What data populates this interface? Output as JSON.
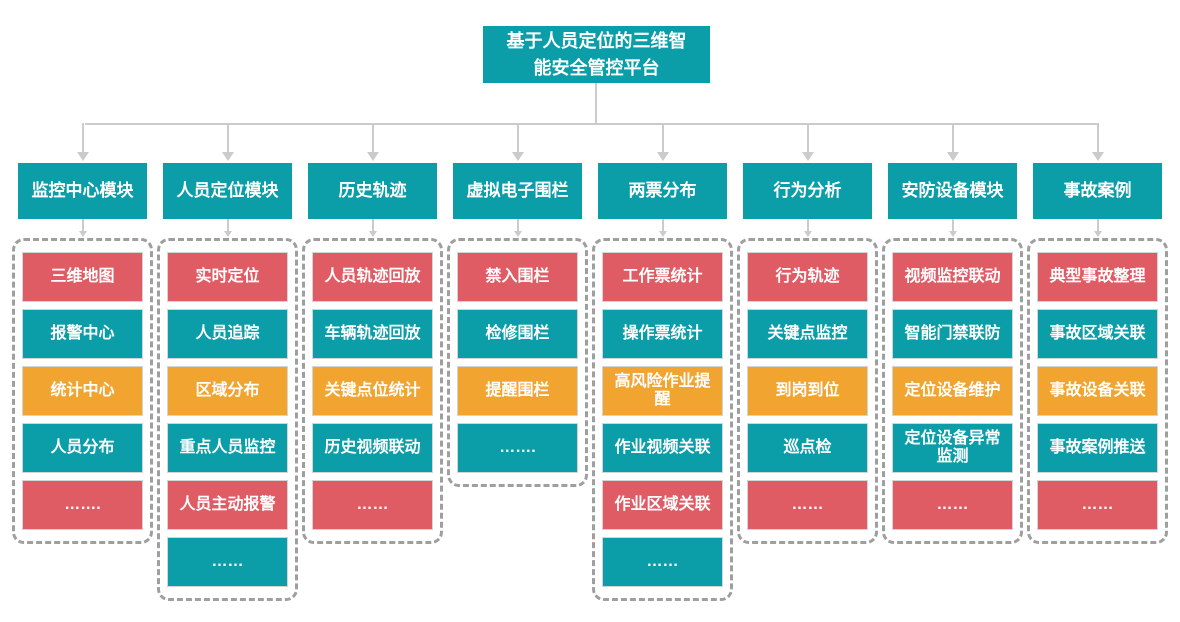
{
  "colors": {
    "teal": "#0B9DA8",
    "red": "#E05C64",
    "orange": "#F2A431",
    "connector": "#C9CBCC",
    "dash": "#9EA0A0"
  },
  "root": {
    "title": "基于人员定位的三维智\n能安全管控平台"
  },
  "modules": [
    {
      "title": "监控中心模块",
      "items": [
        {
          "label": "三维地图",
          "color": "red"
        },
        {
          "label": "报警中心",
          "color": "teal"
        },
        {
          "label": "统计中心",
          "color": "orange"
        },
        {
          "label": "人员分布",
          "color": "teal"
        },
        {
          "label": "…….",
          "color": "red"
        }
      ]
    },
    {
      "title": "人员定位模块",
      "items": [
        {
          "label": "实时定位",
          "color": "red"
        },
        {
          "label": "人员追踪",
          "color": "teal"
        },
        {
          "label": "区域分布",
          "color": "orange"
        },
        {
          "label": "重点人员监控",
          "color": "teal"
        },
        {
          "label": "人员主动报警",
          "color": "red"
        },
        {
          "label": "……",
          "color": "teal"
        }
      ]
    },
    {
      "title": "历史轨迹",
      "items": [
        {
          "label": "人员轨迹回放",
          "color": "red"
        },
        {
          "label": "车辆轨迹回放",
          "color": "teal"
        },
        {
          "label": "关键点位统计",
          "color": "orange"
        },
        {
          "label": "历史视频联动",
          "color": "teal"
        },
        {
          "label": "……",
          "color": "red"
        }
      ]
    },
    {
      "title": "虚拟电子围栏",
      "items": [
        {
          "label": "禁入围栏",
          "color": "red"
        },
        {
          "label": "检修围栏",
          "color": "teal"
        },
        {
          "label": "提醒围栏",
          "color": "orange"
        },
        {
          "label": "…….",
          "color": "teal"
        }
      ]
    },
    {
      "title": "两票分布",
      "items": [
        {
          "label": "工作票统计",
          "color": "red"
        },
        {
          "label": "操作票统计",
          "color": "teal"
        },
        {
          "label": "高风险作业提\n醒",
          "color": "orange"
        },
        {
          "label": "作业视频关联",
          "color": "teal"
        },
        {
          "label": "作业区域关联",
          "color": "red"
        },
        {
          "label": "……",
          "color": "teal"
        }
      ]
    },
    {
      "title": "行为分析",
      "items": [
        {
          "label": "行为轨迹",
          "color": "red"
        },
        {
          "label": "关键点监控",
          "color": "teal"
        },
        {
          "label": "到岗到位",
          "color": "orange"
        },
        {
          "label": "巡点检",
          "color": "teal"
        },
        {
          "label": "……",
          "color": "red"
        }
      ]
    },
    {
      "title": "安防设备模块",
      "items": [
        {
          "label": "视频监控联动",
          "color": "red"
        },
        {
          "label": "智能门禁联防",
          "color": "teal"
        },
        {
          "label": "定位设备维护",
          "color": "orange"
        },
        {
          "label": "定位设备异常\n监测",
          "color": "teal"
        },
        {
          "label": "……",
          "color": "red"
        }
      ]
    },
    {
      "title": "事故案例",
      "items": [
        {
          "label": "典型事故整理",
          "color": "red"
        },
        {
          "label": "事故区域关联",
          "color": "teal"
        },
        {
          "label": "事故设备关联",
          "color": "orange"
        },
        {
          "label": "事故案例推送",
          "color": "teal"
        },
        {
          "label": "……",
          "color": "red"
        }
      ]
    }
  ]
}
